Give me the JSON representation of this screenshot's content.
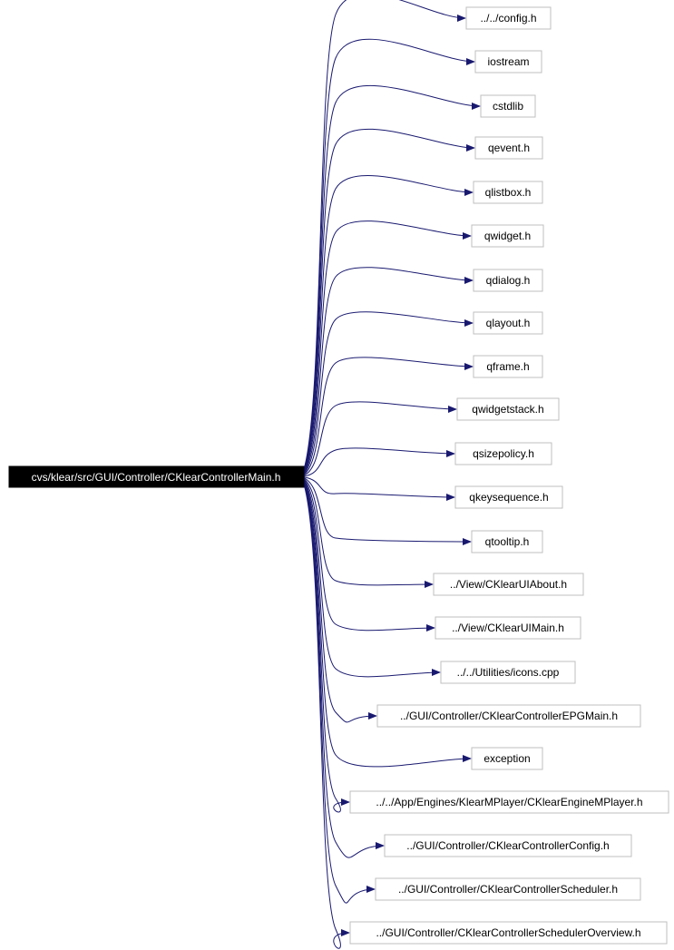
{
  "graph": {
    "edge_color": "#191970",
    "root": {
      "label": "cvs/klear/src/GUI/Controller/CKlearControllerMain.h"
    },
    "includes": [
      "../../config.h",
      "iostream",
      "cstdlib",
      "qevent.h",
      "qlistbox.h",
      "qwidget.h",
      "qdialog.h",
      "qlayout.h",
      "qframe.h",
      "qwidgetstack.h",
      "qsizepolicy.h",
      "qkeysequence.h",
      "qtooltip.h",
      "../View/CKlearUIAbout.h",
      "../View/CKlearUIMain.h",
      "../../Utilities/icons.cpp",
      "../GUI/Controller/CKlearControllerEPGMain.h",
      "exception",
      "../../App/Engines/KlearMPlayer/CKlearEngineMPlayer.h",
      "../GUI/Controller/CKlearControllerConfig.h",
      "../GUI/Controller/CKlearControllerScheduler.h",
      "../GUI/Controller/CKlearControllerSchedulerOverview.h"
    ]
  }
}
